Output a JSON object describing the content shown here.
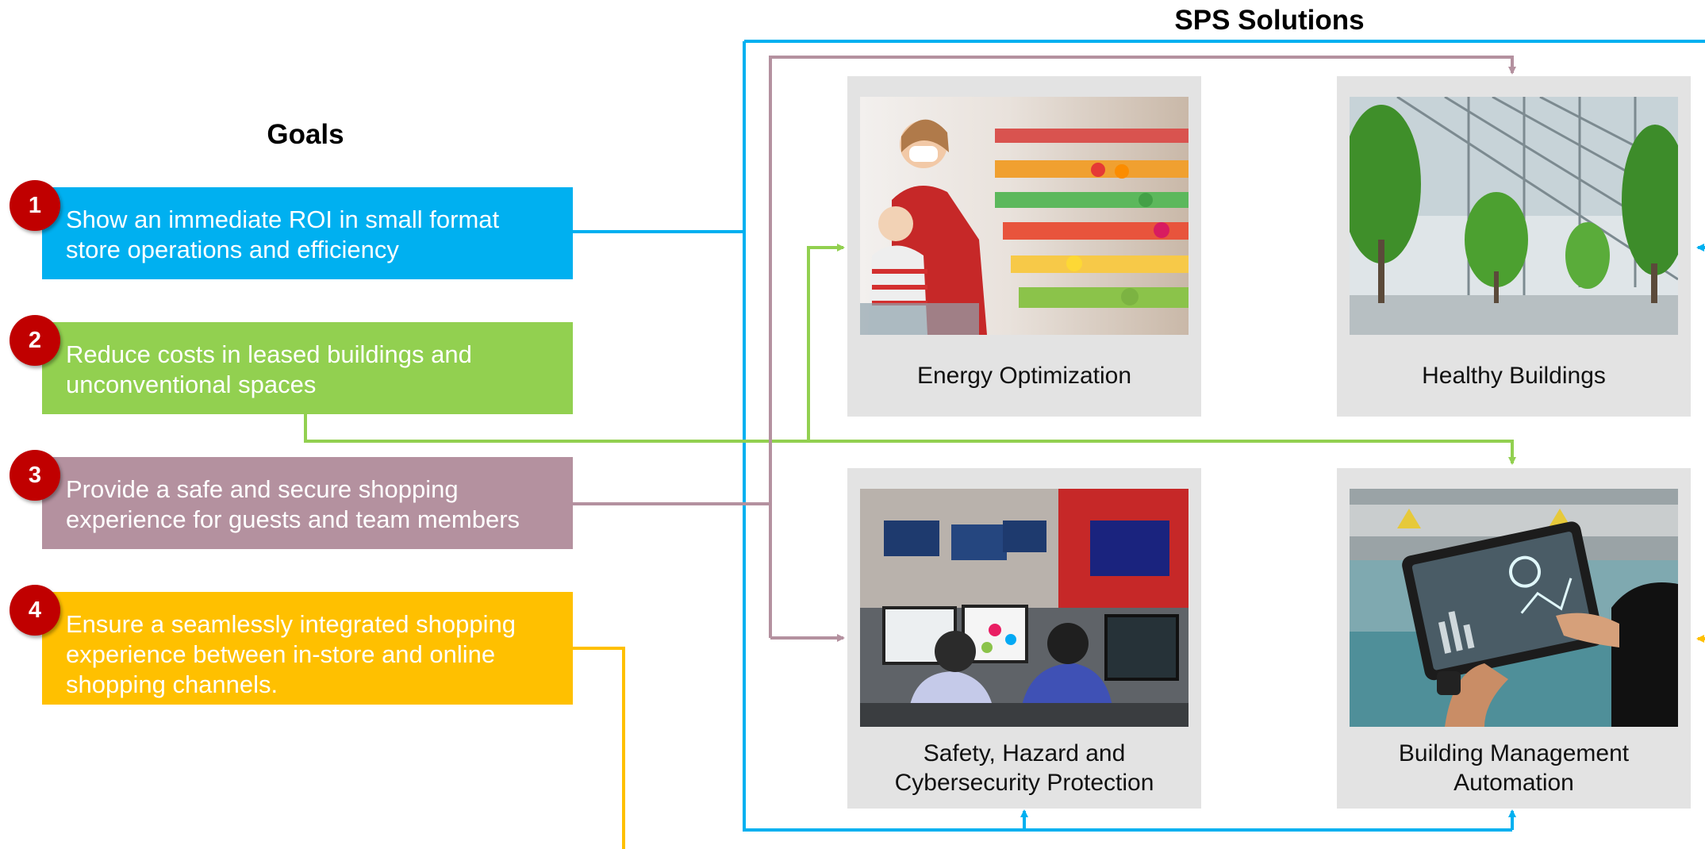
{
  "headings": {
    "goals": "Goals",
    "solutions": "SPS Solutions"
  },
  "goals": [
    {
      "number": "1",
      "text": "Show an immediate ROI in small format store operations and efficiency",
      "color": "#00b0f0"
    },
    {
      "number": "2",
      "text": "Reduce costs in leased buildings and unconventional spaces",
      "color": "#92d050"
    },
    {
      "number": "3",
      "text": "Provide a safe and secure shopping experience for guests and team members",
      "color": "#b4919f"
    },
    {
      "number": "4",
      "text": "Ensure a seamlessly integrated shopping experience between in-store and online shopping channels.",
      "color": "#ffc000"
    }
  ],
  "solutions": [
    {
      "label": "Energy Optimization",
      "image": "grocery-shoppers-photo"
    },
    {
      "label": "Healthy Buildings",
      "image": "green-atrium-photo"
    },
    {
      "label": "Safety, Hazard and Cybersecurity Protection",
      "image": "control-room-photo"
    },
    {
      "label": "Building Management Automation",
      "image": "tablet-control-photo"
    }
  ],
  "colors": {
    "badge": "#c00000",
    "card": "#e3e3e3",
    "frame": "#00b0f0"
  }
}
